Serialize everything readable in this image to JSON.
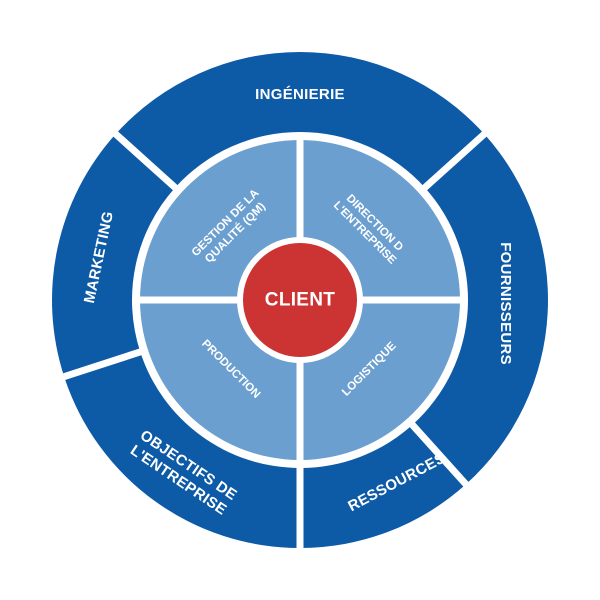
{
  "center": {
    "label": "CLIENT"
  },
  "inner_segments": [
    {
      "lines": [
        "GESTION DE LA",
        "QUALITÉ (QM)"
      ]
    },
    {
      "lines": [
        "DIRECTION D",
        "L'ENTREPRISE"
      ]
    },
    {
      "lines": [
        "LOGISTIQUE"
      ]
    },
    {
      "lines": [
        "PRODUCTION"
      ]
    }
  ],
  "outer_segments": [
    {
      "lines": [
        "INGÉNIERIE"
      ]
    },
    {
      "lines": [
        "FOURNISSEURS"
      ]
    },
    {
      "lines": [
        "RESSOURCES"
      ]
    },
    {
      "lines": [
        "OBJECTIFS DE",
        "L'ENTREPRISE"
      ]
    },
    {
      "lines": [
        "MARKETING"
      ]
    }
  ],
  "colors": {
    "outer_ring": "#0d5aa7",
    "inner_ring": "#6b9fd0",
    "center": "#cc3333",
    "separator": "#ffffff",
    "text": "#ffffff"
  }
}
